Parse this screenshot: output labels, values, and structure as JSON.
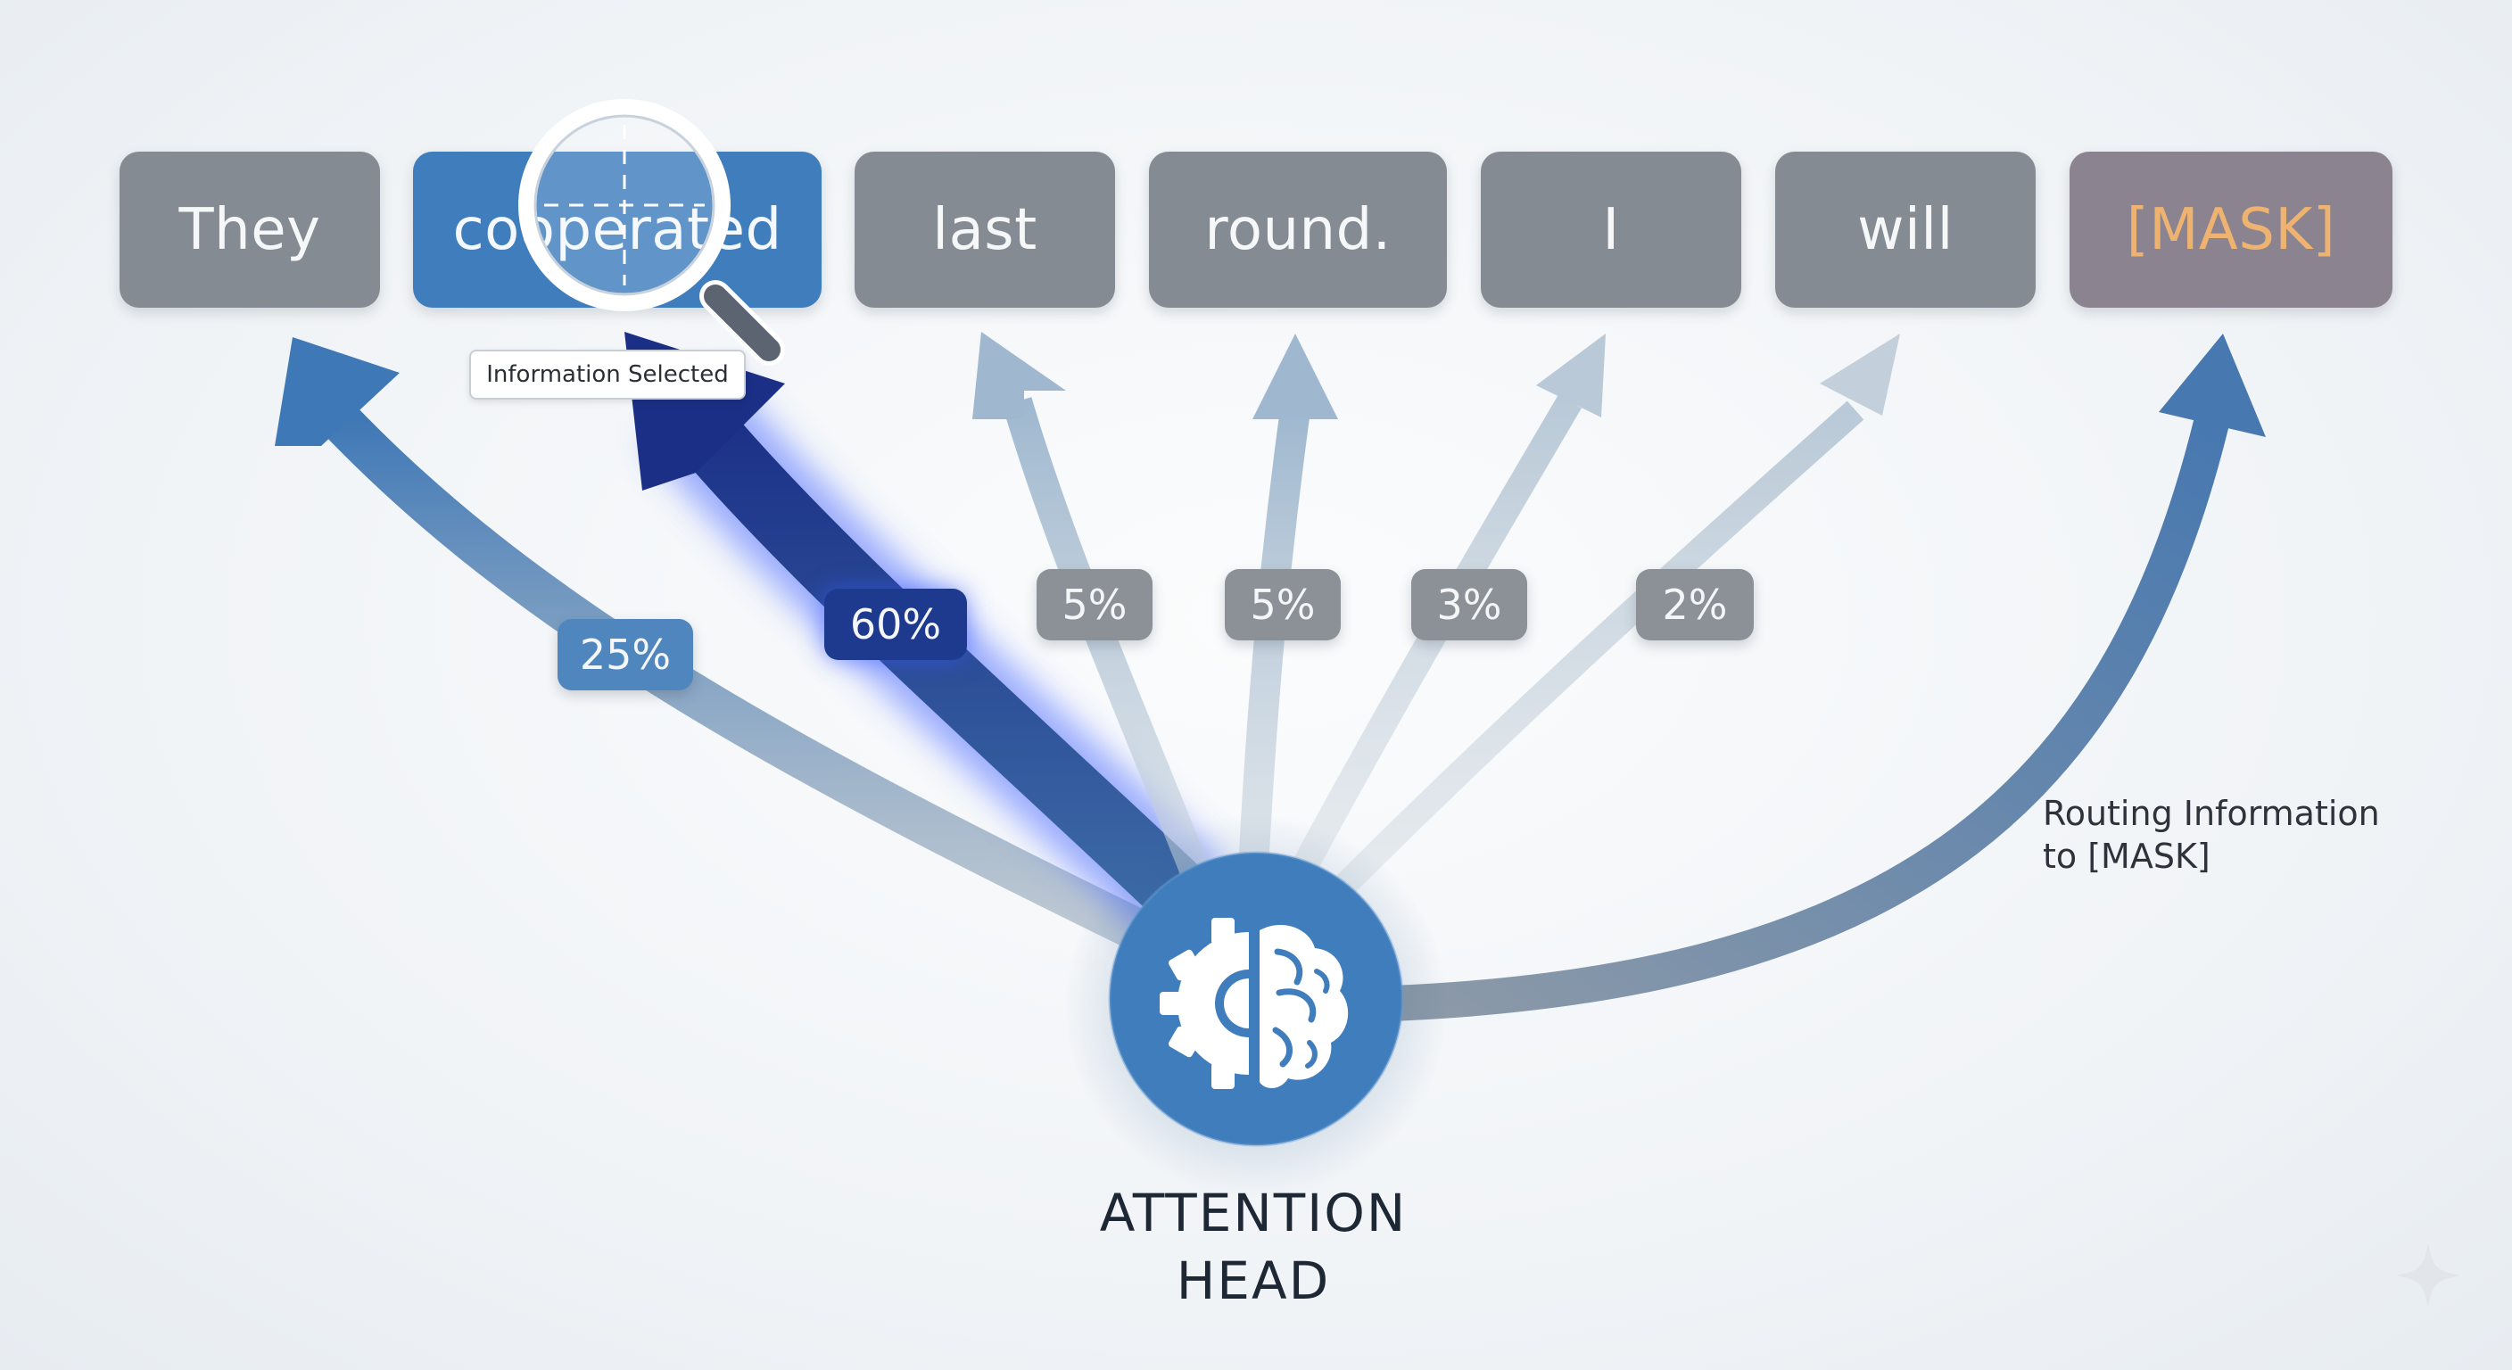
{
  "tokens": [
    {
      "label": "They",
      "state": "normal"
    },
    {
      "label": "cooperated",
      "state": "selected"
    },
    {
      "label": "last",
      "state": "normal"
    },
    {
      "label": "round.",
      "state": "normal"
    },
    {
      "label": "I",
      "state": "normal"
    },
    {
      "label": "will",
      "state": "normal"
    },
    {
      "label": "[MASK]",
      "state": "mask"
    }
  ],
  "attention_weights": [
    "25%",
    "60%",
    "5%",
    "5%",
    "3%",
    "2%"
  ],
  "tooltip": {
    "label": "Information Selected"
  },
  "routing_note": "Routing Information to [MASK]",
  "attention_head": {
    "label": "ATTENTION\nHEAD",
    "icon": "brain-gear-icon"
  },
  "selection_icon": "magnifier-icon",
  "colors": {
    "token_grey": "#858b92",
    "token_selected": "#3f7dbd",
    "mask_text": "#eeb370",
    "arrow_blue": "#4a80ba",
    "arrow_dark": "#1d3a8f",
    "head_circle": "#3f7dbd"
  }
}
